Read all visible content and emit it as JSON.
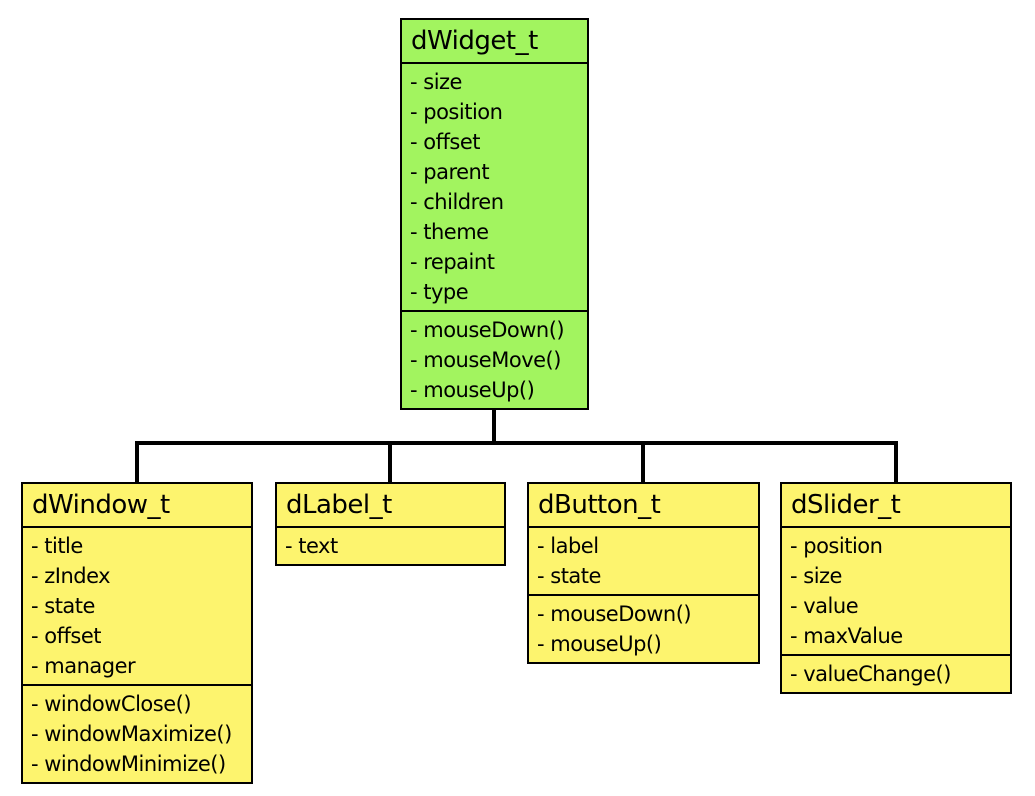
{
  "diagram": {
    "kind": "uml-class-diagram",
    "colors": {
      "parent_fill": "#a2f45f",
      "child_fill": "#fdf46e",
      "line": "#000000",
      "background": "#ffffff",
      "text": "#000000"
    },
    "classes": [
      {
        "name": "dWidget_t",
        "role": "parent",
        "attributes": [
          "- size",
          "- position",
          "- offset",
          "- parent",
          "- children",
          "- theme",
          "- repaint",
          "- type"
        ],
        "methods": [
          "- mouseDown()",
          "- mouseMove()",
          "- mouseUp()"
        ]
      },
      {
        "name": "dWindow_t",
        "role": "child",
        "attributes": [
          "- title",
          "- zIndex",
          "- state",
          "- offset",
          "- manager"
        ],
        "methods": [
          "- windowClose()",
          "- windowMaximize()",
          "- windowMinimize()"
        ]
      },
      {
        "name": "dLabel_t",
        "role": "child",
        "attributes": [
          "- text"
        ],
        "methods": []
      },
      {
        "name": "dButton_t",
        "role": "child",
        "attributes": [
          "- label",
          "- state"
        ],
        "methods": [
          "- mouseDown()",
          "- mouseUp()"
        ]
      },
      {
        "name": "dSlider_t",
        "role": "child",
        "attributes": [
          "- position",
          "- size",
          "- value",
          "- maxValue"
        ],
        "methods": [
          "- valueChange()"
        ]
      }
    ]
  }
}
